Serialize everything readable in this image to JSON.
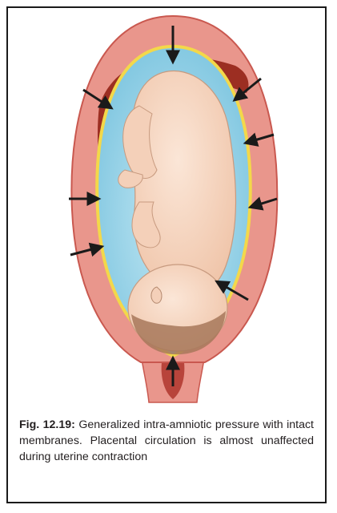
{
  "figure": {
    "label": "Fig. 12.19:",
    "caption": "Generalized intra-amniotic pressure with intact membranes. Placental circulation is almost unaffected during uterine contraction",
    "illustration": {
      "subject": "fetus in uterus with intact membranes and amniotic fluid",
      "colors": {
        "uterine_wall": "#e9968c",
        "uterine_wall_edge": "#c9584f",
        "placenta": "#9c2e22",
        "membrane": "#f3d84a",
        "amniotic_fluid": "#8ecfe6",
        "fetus_skin": "#f6d6c1",
        "fetus_hair": "#a7785a",
        "arrow": "#1a1a1a"
      },
      "arrow_icon": "pressure-arrow-icon"
    }
  }
}
